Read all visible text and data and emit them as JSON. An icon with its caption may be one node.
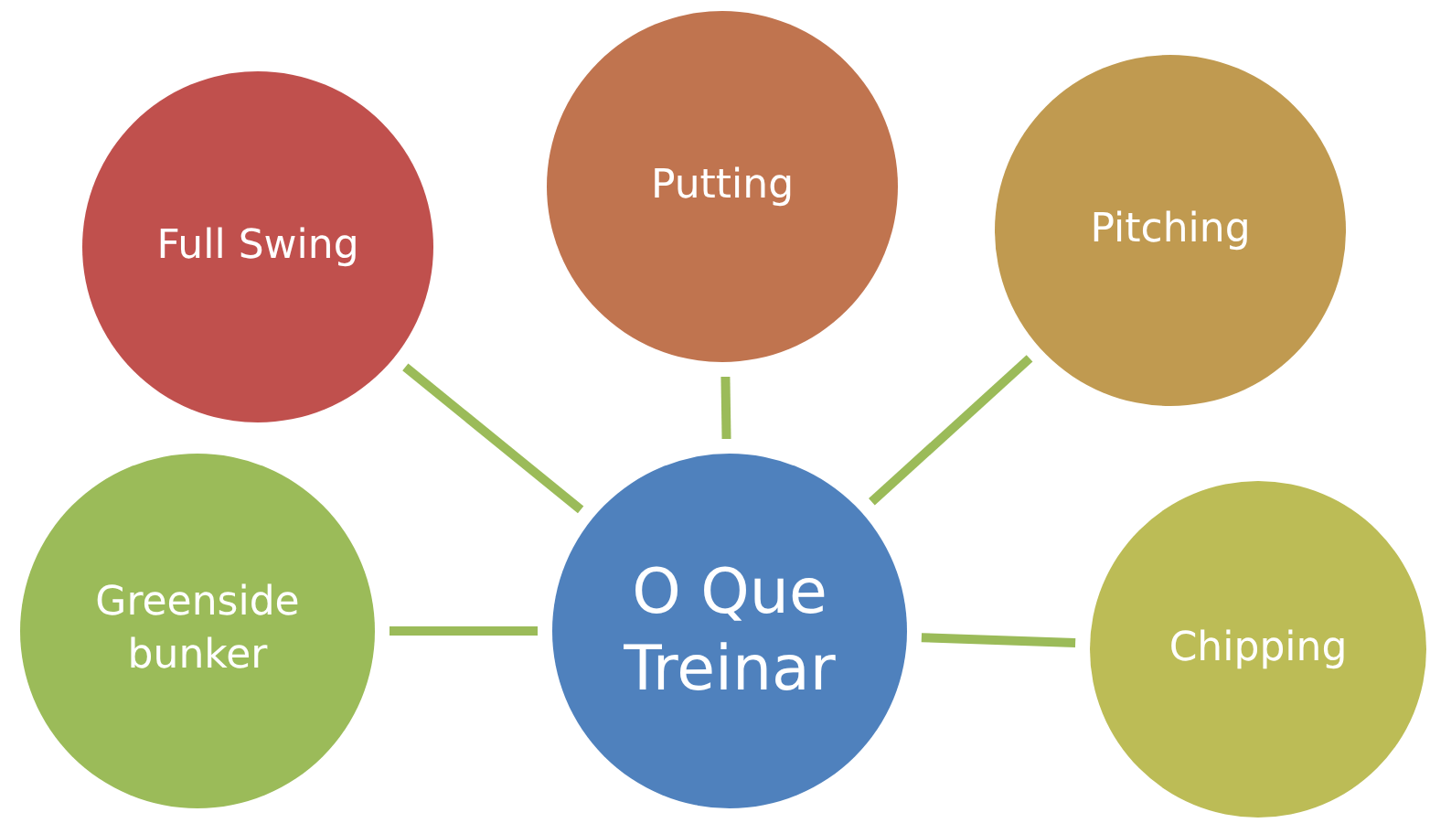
{
  "diagram": {
    "nodes": [
      {
        "text": [
          "Full Swing"
        ]
      },
      {
        "text": [
          "Putting"
        ]
      },
      {
        "text": [
          "Pitching"
        ]
      },
      {
        "text": [
          "Greenside bunker"
        ]
      },
      {
        "text": [
          "O Que Treinar"
        ]
      },
      {
        "text": [
          "Chipping"
        ]
      }
    ],
    "edges": [
      {
        "from": 4,
        "to": 0,
        "arrow": "none"
      },
      {
        "from": 4,
        "to": 1,
        "arrow": "none"
      },
      {
        "from": 4,
        "to": 2,
        "arrow": "none"
      },
      {
        "from": 4,
        "to": 3,
        "arrow": "none"
      },
      {
        "from": 4,
        "to": 5,
        "arrow": "none"
      }
    ]
  }
}
